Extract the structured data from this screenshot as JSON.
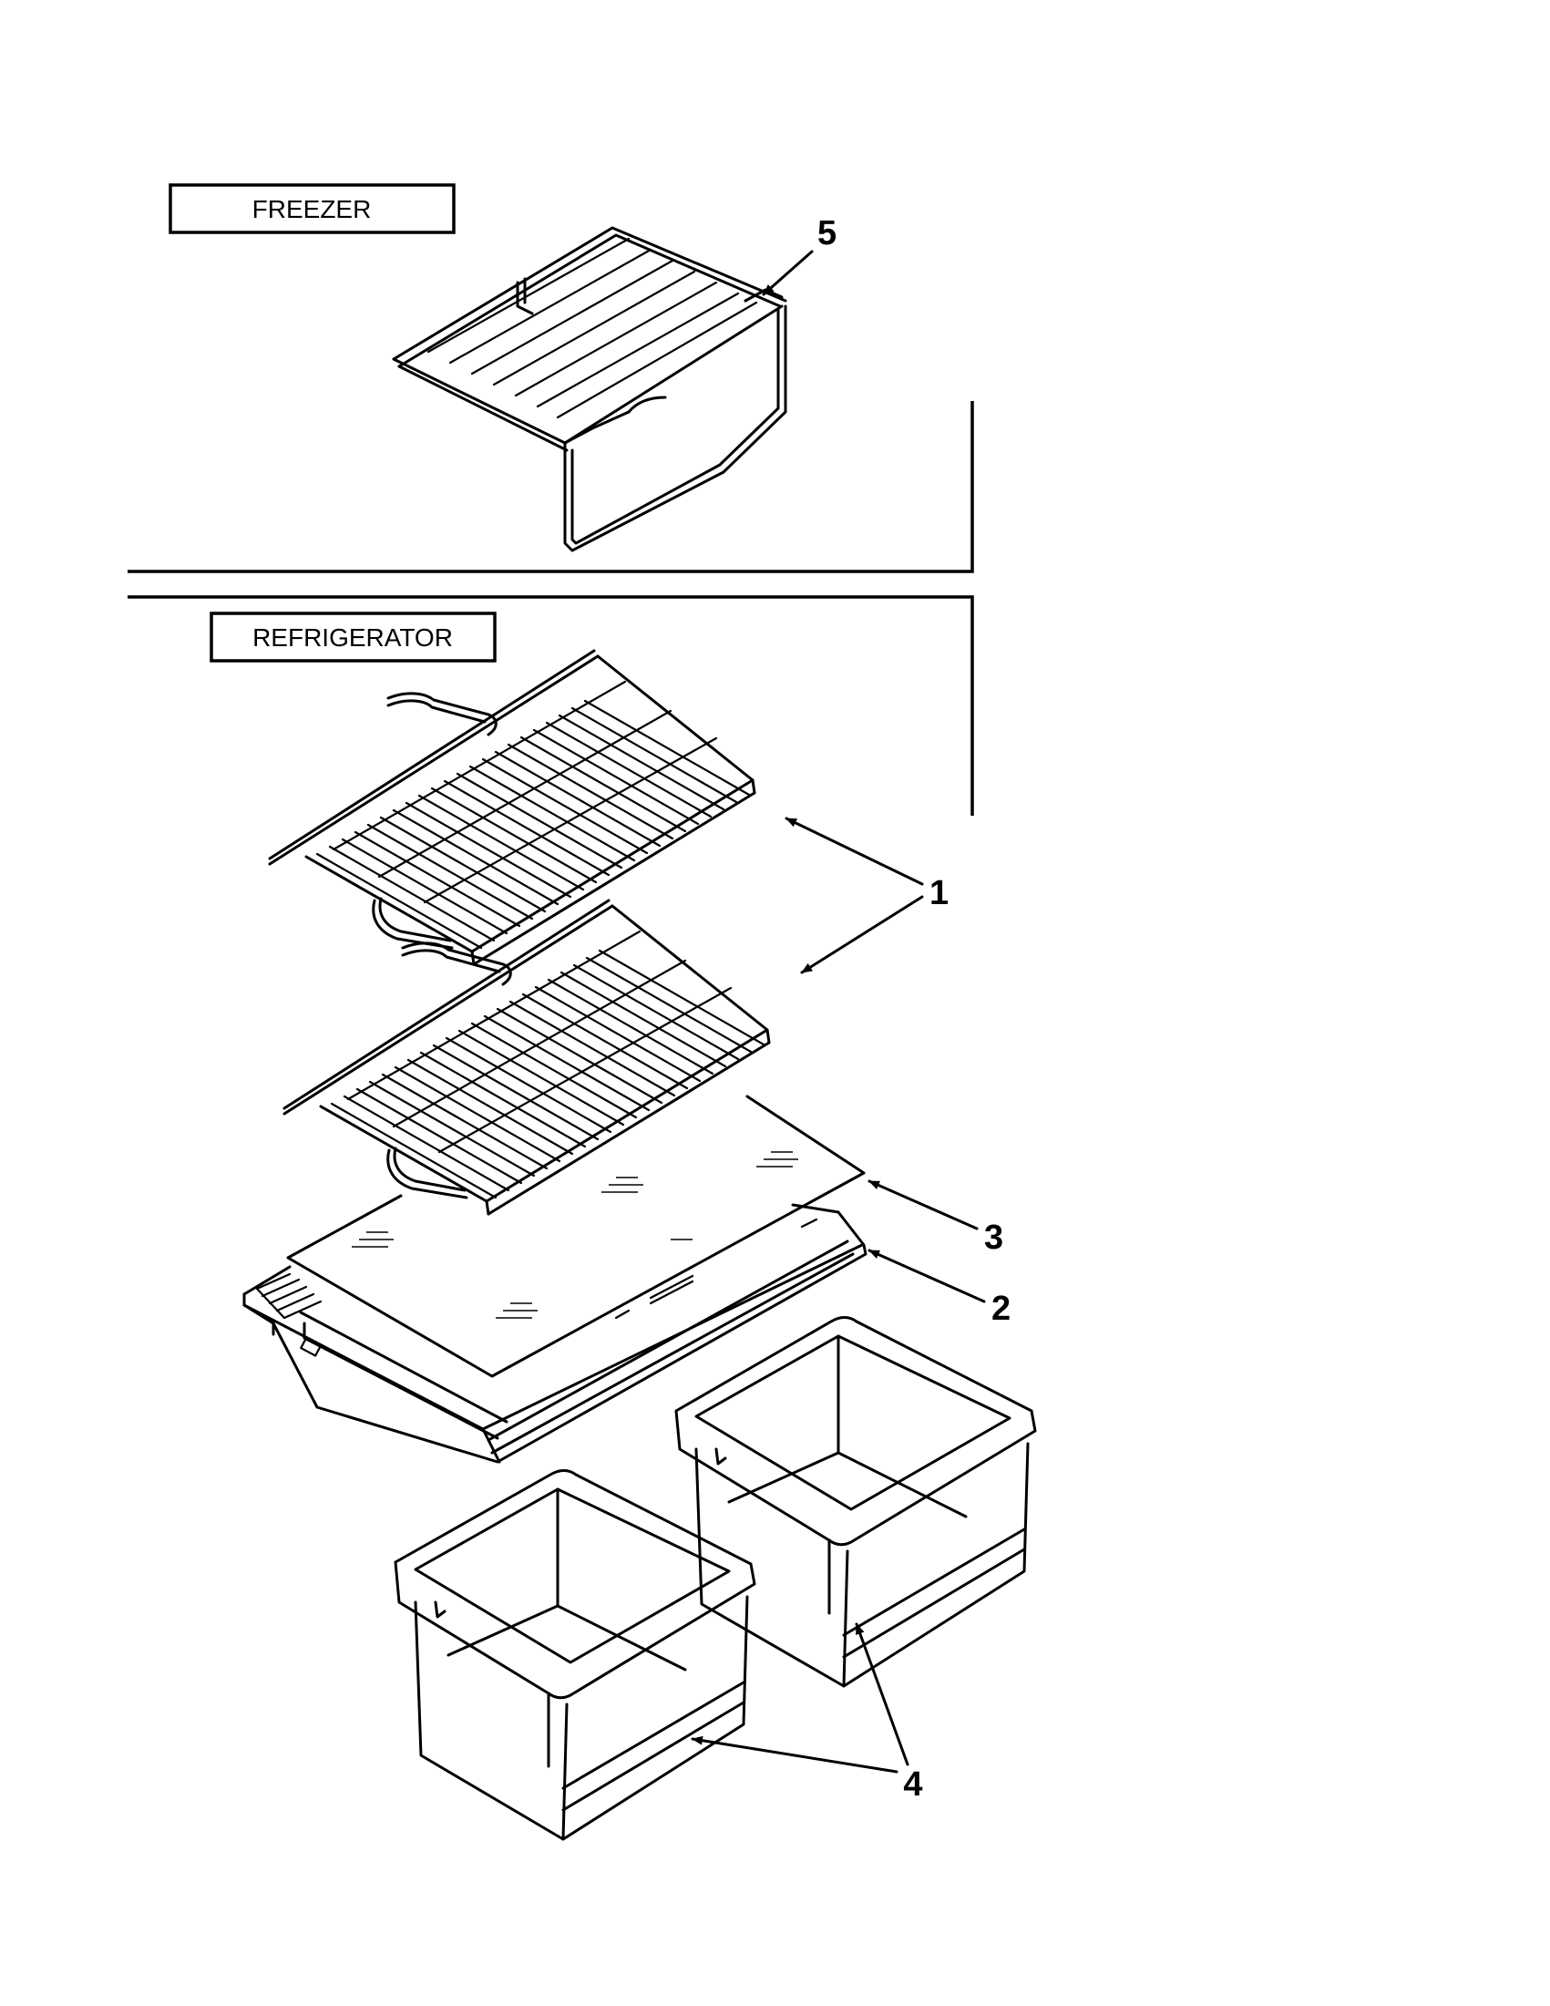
{
  "sections": {
    "freezer_label": "FREEZER",
    "refrigerator_label": "REFRIGERATOR"
  },
  "callouts": {
    "c1": "1",
    "c2": "2",
    "c3": "3",
    "c4": "4",
    "c5": "5"
  },
  "parts": [
    {
      "callout": "5",
      "part": "freezer-wire-shelf"
    },
    {
      "callout": "1",
      "part": "refrigerator-wire-shelf"
    },
    {
      "callout": "3",
      "part": "glass-crisper-cover"
    },
    {
      "callout": "2",
      "part": "crisper-cover-frame"
    },
    {
      "callout": "4",
      "part": "crisper-drawer"
    }
  ]
}
